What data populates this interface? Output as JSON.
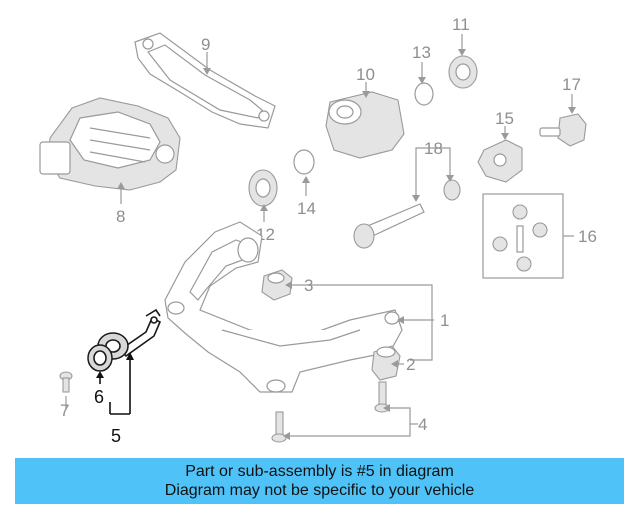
{
  "diagram": {
    "callouts": {
      "c1": "1",
      "c2": "2",
      "c3": "3",
      "c4": "4",
      "c5": "5",
      "c6": "6",
      "c7": "7",
      "c8": "8",
      "c9": "9",
      "c10": "10",
      "c11": "11",
      "c12": "12",
      "c13": "13",
      "c14": "14",
      "c15": "15",
      "c16": "16",
      "c17": "17",
      "c18": "18"
    },
    "highlighted_part": "5"
  },
  "banner": {
    "line1": "Part or sub-assembly is #5 in diagram",
    "line2": "Diagram may not be specific to your vehicle",
    "color": "#4fc3f7"
  }
}
